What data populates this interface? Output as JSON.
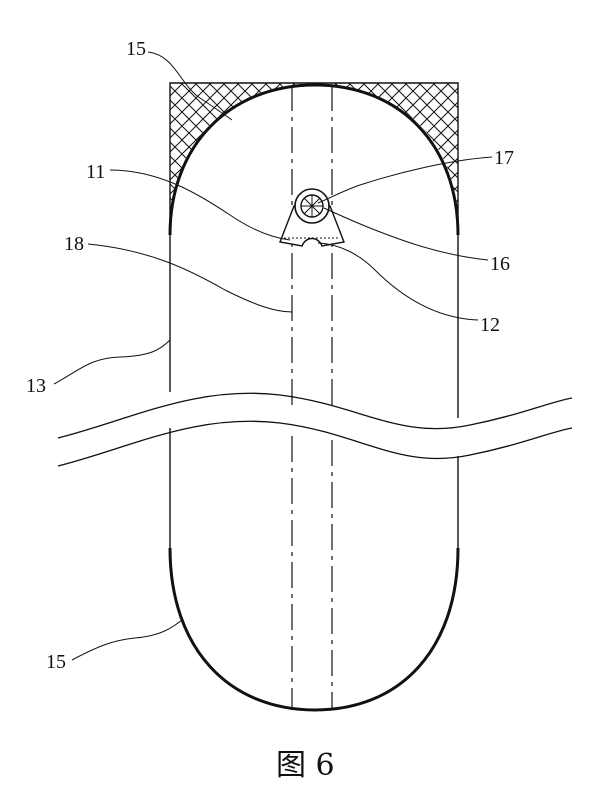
{
  "figure": {
    "caption": "图 6"
  },
  "reference_labels": [
    {
      "id": "ref-15-top",
      "text": "15"
    },
    {
      "id": "ref-17",
      "text": "17"
    },
    {
      "id": "ref-11",
      "text": "11"
    },
    {
      "id": "ref-16",
      "text": "16"
    },
    {
      "id": "ref-18",
      "text": "18"
    },
    {
      "id": "ref-12",
      "text": "12"
    },
    {
      "id": "ref-13",
      "text": "13"
    },
    {
      "id": "ref-15-bottom",
      "text": "15"
    }
  ],
  "colors": {
    "line": "#111111",
    "background": "#ffffff"
  }
}
